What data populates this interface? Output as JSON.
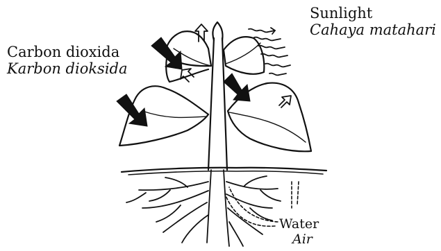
{
  "labels": {
    "carbon_dioxide": {
      "english": "Carbon dioxida",
      "malay": "Karbon dioksida"
    },
    "sunlight": {
      "english": "Sunlight",
      "malay": "Cahaya matahari"
    },
    "water": {
      "english": "Water",
      "malay": "Air"
    }
  },
  "colors": {
    "ink": "#111111",
    "background": "#ffffff"
  },
  "icons": [
    "plant-illustration",
    "carbon-dioxide-arrow-icon",
    "oxygen-release-arrow-icon",
    "sunlight-rays-icon",
    "water-uptake-arrow-icon",
    "soil-line",
    "roots"
  ]
}
